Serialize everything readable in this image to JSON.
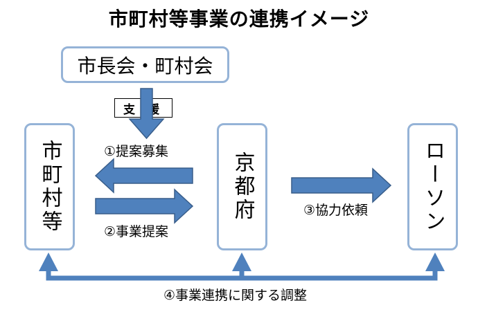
{
  "title": "市町村等事業の連携イメージ",
  "top_box": "市長会・町村会",
  "support_label": "支 援",
  "left_box": "市町村等",
  "center_box": "京都府",
  "right_box": "ローソン",
  "labels": {
    "recruit": "①提案募集",
    "propose": "②事業提案",
    "cooperate": "③協力依頼",
    "coordinate": "④事業連携に関する調整"
  },
  "colors": {
    "arrow_fill": "#4f81bd",
    "arrow_stroke": "#385d8a",
    "box_border": "#95b3d7"
  }
}
